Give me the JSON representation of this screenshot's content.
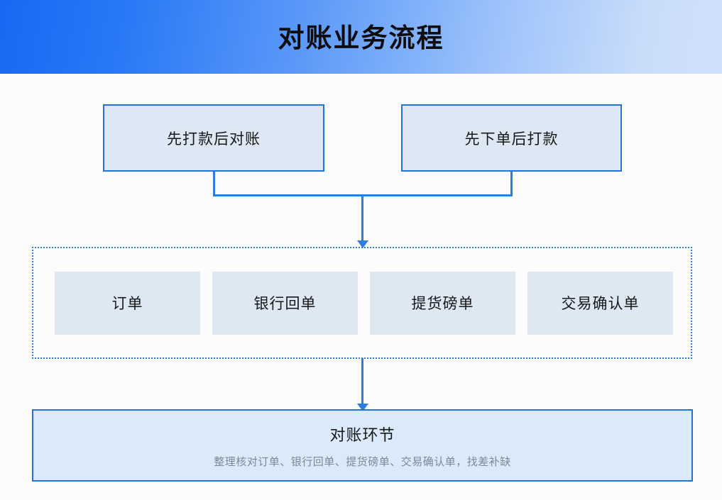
{
  "header": {
    "title": "对账业务流程",
    "gradient_from": "#1769f2",
    "gradient_to": "#d1e1fb"
  },
  "diagram": {
    "accent_color": "#2272e0",
    "connector_color": "#2a7de1",
    "branches": [
      {
        "label": "先打款后对账"
      },
      {
        "label": "先下单后打款"
      }
    ],
    "document_group": {
      "border_style": "dotted",
      "chips": [
        {
          "label": "订单"
        },
        {
          "label": "银行回单"
        },
        {
          "label": "提货磅单"
        },
        {
          "label": "交易确认单"
        }
      ]
    },
    "reconcile": {
      "title": "对账环节",
      "subtitle": "整理核对订单、银行回单、提货磅单、交易确认单，找差补缺"
    }
  }
}
